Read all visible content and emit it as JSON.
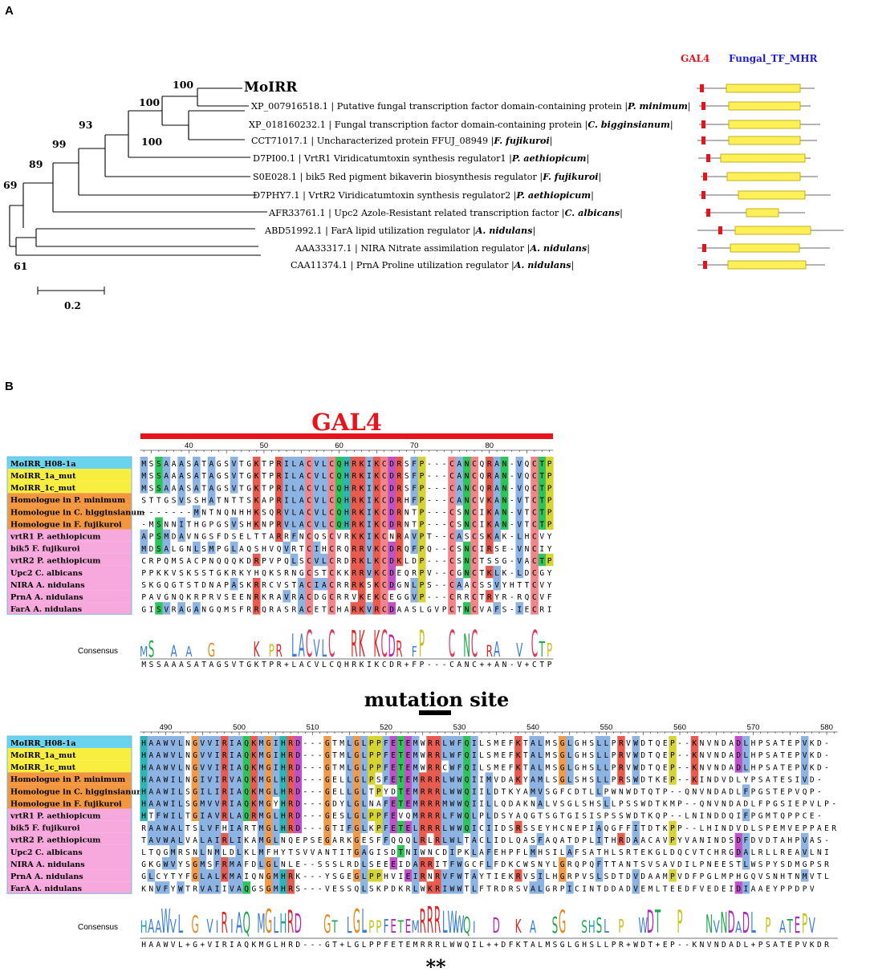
{
  "panel_a": {
    "label": "A",
    "legend": {
      "gal4": "GAL4",
      "fungal": "Fungal_TF_MHR",
      "gal4_color": "#e8141b",
      "fungal_color": "#1c1cd1"
    },
    "taxa": [
      {
        "main": "MoIRR",
        "italic": "",
        "tail": ""
      },
      {
        "main": "XP_007916518.1 | Putative fungal transcription factor domain-containing protein |",
        "italic": "P. minimum",
        "tail": "|"
      },
      {
        "main": "XP_018160232.1 | Fungal transcription factor domain-containing protein |",
        "italic": "C. bigginsianum",
        "tail": "|"
      },
      {
        "main": "CCT71017.1 | Uncharacterized protein FFUJ_08949 |",
        "italic": "F. fujikuroi",
        "tail": "|"
      },
      {
        "main": "D7PI00.1 | VrtR1 Viridicatumtoxin synthesis regulator1 |",
        "italic": "P. aethiopicum",
        "tail": "|"
      },
      {
        "main": "S0E028.1 | bik5 Red pigment bikaverin biosynthesis regulator |",
        "italic": "F. fujikuroi",
        "tail": "|"
      },
      {
        "main": "D7PHY7.1 | VrtR2 Viridicatumtoxin synthesis regulator2 |",
        "italic": "P. aethiopicum",
        "tail": "|"
      },
      {
        "main": "AFR33761.1 | Upc2 Azole-Resistant related transcription factor |",
        "italic": "C. albicans",
        "tail": "|"
      },
      {
        "main": "ABD51992.1 | FarA lipid utilization regulator |",
        "italic": "A. nidulans",
        "tail": "|"
      },
      {
        "main": "AAA33317.1 | NIRA Nitrate assimilation regulator |",
        "italic": "A. nidulans",
        "tail": "|"
      },
      {
        "main": "CAA11374.1 | PrnA Proline utilization regulator |",
        "italic": "A. nidulans",
        "tail": "|"
      }
    ],
    "bootstrap": [
      "100",
      "100",
      "100",
      "93",
      "99",
      "89",
      "69",
      "61"
    ],
    "scale": "0.2"
  },
  "panel_b": {
    "label": "B",
    "gal4_title": "GAL4",
    "mutation_title": "mutation site",
    "consensus_label": "Consensus",
    "stars": "**",
    "row_labels": [
      {
        "text": "MoIRR_H08-1a",
        "group": "wt"
      },
      {
        "text": "MoIRR_1a_mut",
        "group": "mut"
      },
      {
        "text": "MoIRR_1c_mut",
        "group": "mut"
      },
      {
        "text": "Homologue in P. minimum",
        "group": "hom"
      },
      {
        "text": "Homologue in C. higginsianum",
        "group": "hom"
      },
      {
        "text": "Homologue in F. fujikuroi",
        "group": "hom"
      },
      {
        "text": "vrtR1 P. aethiopicum",
        "group": "ref"
      },
      {
        "text": "bik5 F. fujikuroi",
        "group": "ref"
      },
      {
        "text": "vrtR2 P. aethiopicum",
        "group": "ref"
      },
      {
        "text": "Upc2 C. albicans",
        "group": "ref"
      },
      {
        "text": "NIRA A. nidulans",
        "group": "ref"
      },
      {
        "text": "PrnA A. nidulans",
        "group": "ref"
      },
      {
        "text": "FarA A. nidulans",
        "group": "ref"
      }
    ],
    "block1": {
      "ruler": [
        "40",
        "50",
        "60",
        "70",
        "80"
      ],
      "seqs": [
        "MSSAAASATAGSVTGKTPRILACVLCQHRKIKCDRSFP---CANCQRAN-VQCTP",
        "MSSAAASATAGSVTGKTPRILACVLCQHRKIKCDRSFP---CANCQRAN-VQCTP",
        "MSSAAASATAGSVTGKTPRILACVLCQHRKIKCDRSFP---CANCQRAN-VQCTP",
        "STTGSVSSHATNTTSKAPRILACVLCQHRKIKCDRHFP---CANCVKAN-VTCTP",
        "-------MNTNQNHHKSQRVLACVLCQHRKIKCDRNTP---CSNCIKAN-VTCTP",
        "-MSNNITHGPGSVSHKNPRVLACVLCQHRKIKCDRNTP---CSNCIKAN-VTCTP",
        "APSMDAVNGSFDSELTTARRFNCQSCVRKKIKCNRAVPT--CASCSKAK-LHCVY",
        "MDSALGNLSMPGLAQSHVQVRTCIHCRQRRVKCDRQFPQ--CSNCIRSE-VNCIY",
        "CRPQMSACPNQQQKDRPVPQLSCVLCRDRKLKCDKLDP---CSNCTSSG-VACTP",
        "PPKKVSKSSTGKRKYHQKSRNGCSTCKKRRVKCDEQRPV--CGNCTKLK-LDCGY",
        "SKGQGTSTDNAPASKRRCVSTACIACRRRKSKCDGNLPS--CAACSSVYHTTCVY",
        "PAVGNQKRPRVSEENRKRAVRACDGCRRVKEKCEGGVP---CRRCTRYR-RQCVF",
        "GISVRAGANGQMSFRRQRASRACETCHARKVRCDAASLGVPCTNCVAFS-IECRI"
      ],
      "consensus": "MSSAAASATAGSVTGKTPR+LACVLCQHRKIKCDR+FP---CANC++AN-V+CTP",
      "logo": [
        {
          "t": "M",
          "s": 0.3
        },
        {
          "t": "S",
          "s": 0.55
        },
        {
          "t": "",
          "s": 0
        },
        {
          "t": "",
          "s": 0
        },
        {
          "t": "A",
          "s": 0.35
        },
        {
          "t": "",
          "s": 0
        },
        {
          "t": "A",
          "s": 0.3
        },
        {
          "t": "",
          "s": 0
        },
        {
          "t": "",
          "s": 0
        },
        {
          "t": "G",
          "s": 0.45
        },
        {
          "t": "",
          "s": 0
        },
        {
          "t": "",
          "s": 0
        },
        {
          "t": "",
          "s": 0
        },
        {
          "t": "",
          "s": 0
        },
        {
          "t": "",
          "s": 0
        },
        {
          "t": "K",
          "s": 0.5
        },
        {
          "t": "",
          "s": 0
        },
        {
          "t": "P",
          "s": 0.4
        },
        {
          "t": "R",
          "s": 0.4
        },
        {
          "t": "",
          "s": 0
        },
        {
          "t": "L",
          "s": 0.85
        },
        {
          "t": "A",
          "s": 0.85
        },
        {
          "t": "C",
          "s": 1.0
        },
        {
          "t": "V",
          "s": 0.6
        },
        {
          "t": "L",
          "s": 0.6
        },
        {
          "t": "C",
          "s": 1.0
        },
        {
          "t": "",
          "s": 0
        },
        {
          "t": "",
          "s": 0
        },
        {
          "t": "R",
          "s": 1.0
        },
        {
          "t": "K",
          "s": 1.0
        },
        {
          "t": "",
          "s": 0
        },
        {
          "t": "K",
          "s": 1.0
        },
        {
          "t": "C",
          "s": 1.0
        },
        {
          "t": "D",
          "s": 0.8
        },
        {
          "t": "R",
          "s": 0.55
        },
        {
          "t": "",
          "s": 0
        },
        {
          "t": "F",
          "s": 0.3
        },
        {
          "t": "P",
          "s": 1.0
        },
        {
          "t": "",
          "s": 0
        },
        {
          "t": "",
          "s": 0
        },
        {
          "t": "",
          "s": 0
        },
        {
          "t": "C",
          "s": 1.0
        },
        {
          "t": "",
          "s": 0
        },
        {
          "t": "N",
          "s": 0.85
        },
        {
          "t": "C",
          "s": 1.0
        },
        {
          "t": "",
          "s": 0
        },
        {
          "t": "R",
          "s": 0.35
        },
        {
          "t": "A",
          "s": 0.5
        },
        {
          "t": "",
          "s": 0
        },
        {
          "t": "",
          "s": 0
        },
        {
          "t": "V",
          "s": 0.45
        },
        {
          "t": "",
          "s": 0
        },
        {
          "t": "C",
          "s": 1.0
        },
        {
          "t": "T",
          "s": 0.5
        },
        {
          "t": "P",
          "s": 0.45
        }
      ]
    },
    "block2": {
      "ruler": [
        "490",
        "500",
        "510",
        "520",
        "530",
        "540",
        "550",
        "560",
        "570",
        "580"
      ],
      "seqs": [
        "HAAWVLNGVVIRIAQKMGIHRD---GTMLGLPPFETEMWRRLWFQILSMEFKTALMSGLGHSLLPRVWDTQEP--KNVNDADLHPSATEPVKD-",
        "HAAWVLNGVVIRIAQKMGIHRD---GTMLGLPPFETEMWRRLWFQILSMEFKTALMSGLGHSLLPRVWDTQEP--KNVNDADLHPSATEPVKD-",
        "HAAWVLNGVVIRIAQKMGIHRD---GTMLGLPPFETEMWRRCWFQILSMEFKTALMSGLGHSLLPRVWDTQEP--KNVNDADLHPSATEPVKD-",
        "HAAWILNGIVIRVAQKMGLHRD---GELLGLPSFETEMRRRLWWQIIMVDAKYAMLSGLSHSLLPRSWDTKEP--KINDVDLYPSATESIVD-",
        "HAAWILSGILIRIAQKMGLHRD---GELLGLTPYDTEMRRRLWWQIILDTKYAMVSGFCDTLLPWNWDTQTP--QNVNDADLFPGSTEPVQP-",
        "HAAWILSGMVVRIAQKMGYHRD---GDYLGLNAFETEMRRRMWWQIILLQDAKNALVSGLSHSLLPSSWDTKMP--QNVNDADLFPGSIEPVLP-",
        "HTFWILTGIAVRLAQRMGLHRD---GESLGLPPFEVQMRRRLFWQLPLDSYAQGTSGTGISISPSSWDTKQP--LNINDDQIFPGMTQPPCE-",
        "RAAWALTSLVFHIARTMGLHRD---GTIFGLKPFETELRRRLWWQICIIDSRSSEYHCNEPIAQGFFITDTKPP--LHINDVDLSPEMVEPPAER",
        "TAVWALVALAIRLIKAMGLNQEPSEGARKGESFFQQQLRLRLWLTACLIDLQASFAQATDPLITHRDAACAVPYVANINDSDFDVDTAHPVAS-",
        "LTQGMRSNLNMLDLKLMFHYTSVVANTITGAGISDTNIWNCDIPKLAFEHPFLMHSILAFSATHLSRTEKGLDQCVTCHRGDALRLLREAVLNI",
        "GKGWVYSGMSFRMAFDLGLNLE--SSSLRDLSEEEIDARRITFWGCFLFDKCWSNYLGRQPQFTTANTSVSAVDILPNEESTLWSPYSDMGPSR",
        "GLCYTYFGLALKMAIQNGMHRK---YSGEGLPPHVIEIRNRVFWTAYTIEKRVSILHGRPVSLSDTDVDAAMPVDFPGLMPHGQVSNHTNMVTL",
        "KNVFYWTRVAIIVAQGSGMHRS---VESSQLSKPDKRLWKRIWWTLFTRDRSVALGRPICINTDDADVEMLTEEDFVEDEIDIAAEYPPDPV"
      ],
      "consensus": "HAAWVL+G+VIRIAQKMGLHRD---GT+LGLPPFETEMRRRLWWQIL++DFKTALMSGLGHSLLPR+WDT+EP--KNVNDADL+PSATEPVKDR",
      "logo": [
        {
          "t": "H",
          "s": 0.4
        },
        {
          "t": "A",
          "s": 0.45
        },
        {
          "t": "A",
          "s": 0.4
        },
        {
          "t": "W",
          "s": 0.9
        },
        {
          "t": "V",
          "s": 0.45
        },
        {
          "t": "L",
          "s": 0.65
        },
        {
          "t": "",
          "s": 0
        },
        {
          "t": "G",
          "s": 0.6
        },
        {
          "t": "",
          "s": 0
        },
        {
          "t": "V",
          "s": 0.45
        },
        {
          "t": "I",
          "s": 0.4
        },
        {
          "t": "R",
          "s": 0.75
        },
        {
          "t": "I",
          "s": 0.45
        },
        {
          "t": "A",
          "s": 0.75
        },
        {
          "t": "Q",
          "s": 0.75
        },
        {
          "t": "",
          "s": 0
        },
        {
          "t": "M",
          "s": 0.7
        },
        {
          "t": "G",
          "s": 0.9
        },
        {
          "t": "L",
          "s": 0.55
        },
        {
          "t": "H",
          "s": 0.7
        },
        {
          "t": "R",
          "s": 0.85
        },
        {
          "t": "D",
          "s": 0.7
        },
        {
          "t": "",
          "s": 0
        },
        {
          "t": "",
          "s": 0
        },
        {
          "t": "",
          "s": 0
        },
        {
          "t": "G",
          "s": 0.65
        },
        {
          "t": "T",
          "s": 0.4
        },
        {
          "t": "",
          "s": 0
        },
        {
          "t": "L",
          "s": 0.55
        },
        {
          "t": "G",
          "s": 0.9
        },
        {
          "t": "L",
          "s": 0.9
        },
        {
          "t": "P",
          "s": 0.4
        },
        {
          "t": "P",
          "s": 0.4
        },
        {
          "t": "F",
          "s": 0.45
        },
        {
          "t": "E",
          "s": 0.45
        },
        {
          "t": "T",
          "s": 0.4
        },
        {
          "t": "E",
          "s": 0.45
        },
        {
          "t": "M",
          "s": 0.4
        },
        {
          "t": "R",
          "s": 0.9
        },
        {
          "t": "R",
          "s": 1.0
        },
        {
          "t": "R",
          "s": 1.0
        },
        {
          "t": "L",
          "s": 0.8
        },
        {
          "t": "W",
          "s": 0.8
        },
        {
          "t": "W",
          "s": 0.6
        },
        {
          "t": "Q",
          "s": 0.55
        },
        {
          "t": "I",
          "s": 0.35
        },
        {
          "t": "",
          "s": 0
        },
        {
          "t": "",
          "s": 0
        },
        {
          "t": "D",
          "s": 0.5
        },
        {
          "t": "",
          "s": 0
        },
        {
          "t": "",
          "s": 0
        },
        {
          "t": "K",
          "s": 0.45
        },
        {
          "t": "",
          "s": 0
        },
        {
          "t": "A",
          "s": 0.4
        },
        {
          "t": "",
          "s": 0
        },
        {
          "t": "",
          "s": 0
        },
        {
          "t": "S",
          "s": 0.55
        },
        {
          "t": "G",
          "s": 0.85
        },
        {
          "t": "",
          "s": 0
        },
        {
          "t": "",
          "s": 0
        },
        {
          "t": "S",
          "s": 0.4
        },
        {
          "t": "H",
          "s": 0.4
        },
        {
          "t": "S",
          "s": 0.5
        },
        {
          "t": "L",
          "s": 0.45
        },
        {
          "t": "",
          "s": 0
        },
        {
          "t": "P",
          "s": 0.45
        },
        {
          "t": "",
          "s": 0
        },
        {
          "t": "",
          "s": 0
        },
        {
          "t": "W",
          "s": 0.5
        },
        {
          "t": "D",
          "s": 0.85
        },
        {
          "t": "T",
          "s": 0.85
        },
        {
          "t": "",
          "s": 0
        },
        {
          "t": "",
          "s": 0
        },
        {
          "t": "P",
          "s": 0.85
        },
        {
          "t": "",
          "s": 0
        },
        {
          "t": "",
          "s": 0
        },
        {
          "t": "",
          "s": 0
        },
        {
          "t": "N",
          "s": 0.65
        },
        {
          "t": "V",
          "s": 0.4
        },
        {
          "t": "N",
          "s": 0.75
        },
        {
          "t": "D",
          "s": 0.8
        },
        {
          "t": "A",
          "s": 0.35
        },
        {
          "t": "D",
          "s": 0.75
        },
        {
          "t": "L",
          "s": 0.75
        },
        {
          "t": "",
          "s": 0
        },
        {
          "t": "P",
          "s": 0.5
        },
        {
          "t": "",
          "s": 0
        },
        {
          "t": "A",
          "s": 0.4
        },
        {
          "t": "T",
          "s": 0.45
        },
        {
          "t": "E",
          "s": 0.55
        },
        {
          "t": "P",
          "s": 0.7
        },
        {
          "t": "V",
          "s": 0.5
        },
        {
          "t": "",
          "s": 0
        },
        {
          "t": "",
          "s": 0
        },
        {
          "t": "",
          "s": 0
        }
      ]
    }
  }
}
